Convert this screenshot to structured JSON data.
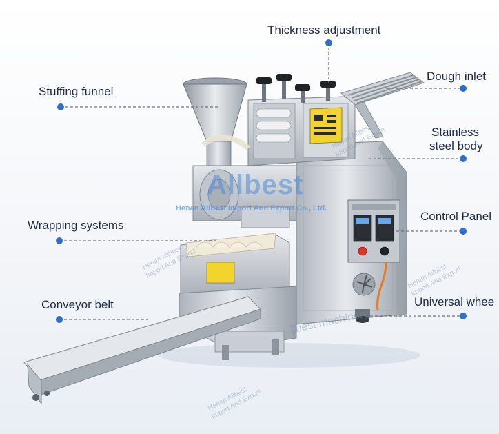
{
  "callouts": {
    "thickness_adjustment": "Thickness adjustment",
    "dough_inlet": "Dough inlet",
    "stuffing_funnel": "Stuffing funnel",
    "stainless_line1": "Stainless",
    "stainless_line2": "steel body",
    "wrapping_systems": "Wrapping systems",
    "control_panel": "Control Panel",
    "conveyor_belt": "Conveyor belt",
    "universal_wheel": "Universal whee"
  },
  "watermark": {
    "brand": "Allbest",
    "company": "Henan Allbest Import And Export Co., Ltd.",
    "faint_line1": "Henan Allbest",
    "faint_line2": "Import And Export",
    "diagonal": "llbest machinery"
  },
  "colors": {
    "accent": "#2f6fc9",
    "label_text": "#1f2a44",
    "dash_line": "#6d7480",
    "steel_light": "#d9dde2",
    "steel_mid": "#b8bec6",
    "steel_dark": "#8c939c",
    "warning_yellow": "#f3d42f"
  }
}
